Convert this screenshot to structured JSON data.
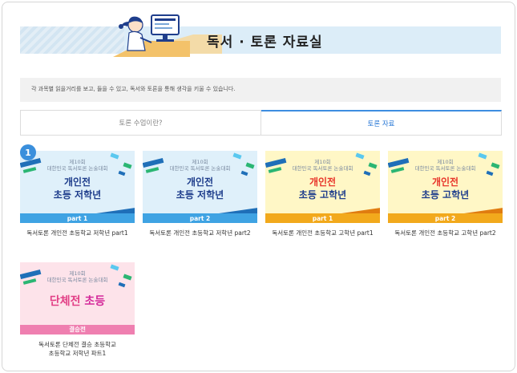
{
  "header": {
    "title": "독서 · 토론 자료실"
  },
  "description": "각 과목별 읽을거리를 보고, 들을 수 있고, 독서와 토론을 통해 생각을 키울 수 있습니다.",
  "tabs": [
    {
      "label": "토론 수업이란?",
      "active": false
    },
    {
      "label": "토론 자료",
      "active": true
    }
  ],
  "badge": "1",
  "colors": {
    "accent": "#3d8de0",
    "blue_card": "#3fa3e3",
    "yellow_card": "#f2a91c",
    "pink_card": "#ef7fb0"
  },
  "cards": [
    {
      "sub": "제10회\n대한민국 독서토론 논술대회",
      "line1": "개인전",
      "line2": "초등 저학년",
      "bottom": "part 1",
      "caption": "독서토론 개인전 초등학교 저학년 part1"
    },
    {
      "sub": "제10회\n대한민국 독서토론 논술대회",
      "line1": "개인전",
      "line2": "초등 저학년",
      "bottom": "part 2",
      "caption": "독서토론 개인전 초등학교 저학년 part2"
    },
    {
      "sub": "제10회\n대한민국 독서토론 논술대회",
      "line1": "개인전",
      "line2": "초등 고학년",
      "bottom": "part 1",
      "caption": "독서토론 개인전 초등학교 고학년 part1"
    },
    {
      "sub": "제10회\n대한민국 독서토론 논술대회",
      "line1": "개인전",
      "line2": "초등 고학년",
      "bottom": "part 2",
      "caption": "독서토론 개인전 초등학교 고학년 part2"
    },
    {
      "sub": "제10회\n대한민국 독서토론 논술대회",
      "line2a": "단체전",
      "line2b": "초등",
      "bottom": "결승전",
      "caption_1": "독서토론 단체전 결승 초등학교",
      "caption_2": "초등학교 저학년 파트1"
    }
  ]
}
